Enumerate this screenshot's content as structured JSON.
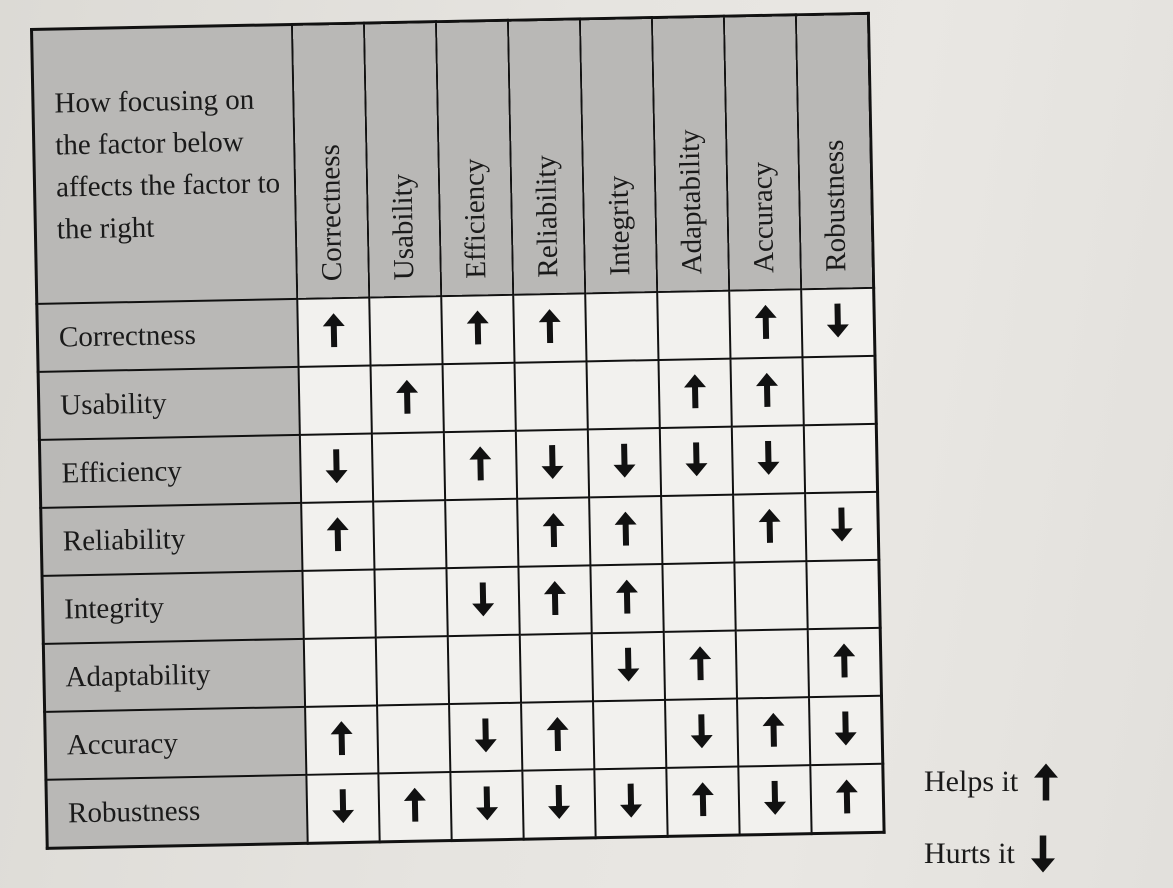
{
  "corner_label": "How focusing on the factor below affects the factor to the right",
  "columns": [
    "Correctness",
    "Usability",
    "Efficiency",
    "Reliability",
    "Integrity",
    "Adaptability",
    "Accuracy",
    "Robustness"
  ],
  "rows": [
    {
      "label": "Correctness",
      "cells": [
        "up",
        "",
        "up",
        "up",
        "",
        "",
        "up",
        "down"
      ]
    },
    {
      "label": "Usability",
      "cells": [
        "",
        "up",
        "",
        "",
        "",
        "up",
        "up",
        ""
      ]
    },
    {
      "label": "Efficiency",
      "cells": [
        "down",
        "",
        "up",
        "down",
        "down",
        "down",
        "down",
        ""
      ]
    },
    {
      "label": "Reliability",
      "cells": [
        "up",
        "",
        "",
        "up",
        "up",
        "",
        "up",
        "down"
      ]
    },
    {
      "label": "Integrity",
      "cells": [
        "",
        "",
        "down",
        "up",
        "up",
        "",
        "",
        ""
      ]
    },
    {
      "label": "Adaptability",
      "cells": [
        "",
        "",
        "",
        "",
        "down",
        "up",
        "",
        "up"
      ]
    },
    {
      "label": "Accuracy",
      "cells": [
        "up",
        "",
        "down",
        "up",
        "",
        "down",
        "up",
        "down"
      ]
    },
    {
      "label": "Robustness",
      "cells": [
        "down",
        "up",
        "down",
        "down",
        "down",
        "up",
        "down",
        "up"
      ]
    }
  ],
  "legend": {
    "helps_label": "Helps it",
    "hurts_label": "Hurts it"
  }
}
